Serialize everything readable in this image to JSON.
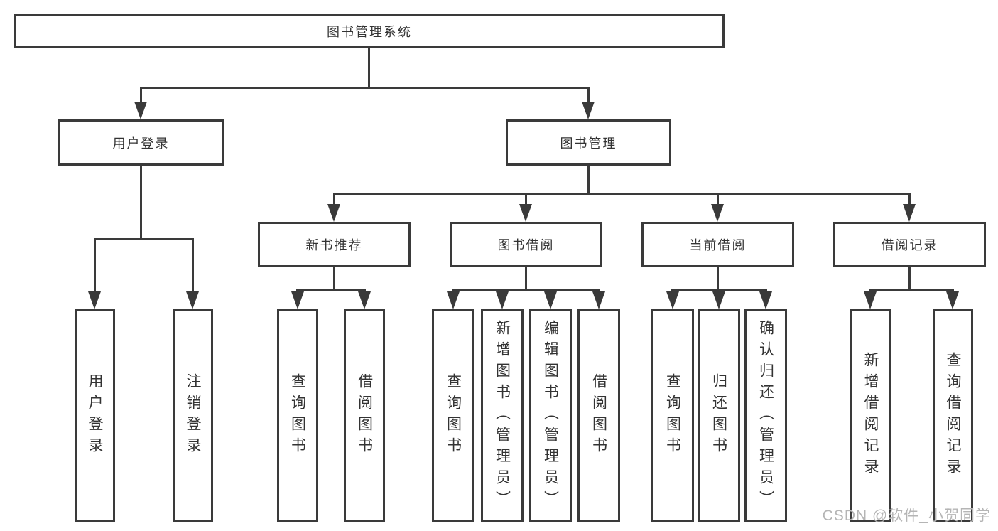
{
  "colors": {
    "line": "#3a3a3a",
    "text": "#333333",
    "background": "#ffffff",
    "watermark": "#b5b5b5"
  },
  "watermark": {
    "text": "CSDN @软件_小贺同学"
  },
  "tree": {
    "root": {
      "label": "图书管理系统"
    },
    "children": [
      {
        "label": "用户登录",
        "children": [
          {
            "label": "用户登录"
          },
          {
            "label": "注销登录"
          }
        ]
      },
      {
        "label": "图书管理",
        "children": [
          {
            "label": "新书推荐",
            "children": [
              {
                "label": "查询图书"
              },
              {
                "label": "借阅图书"
              }
            ]
          },
          {
            "label": "图书借阅",
            "children": [
              {
                "label": "查询图书"
              },
              {
                "label": "新增图书（管理员）"
              },
              {
                "label": "编辑图书（管理员）"
              },
              {
                "label": "借阅图书"
              }
            ]
          },
          {
            "label": "当前借阅",
            "children": [
              {
                "label": "查询图书"
              },
              {
                "label": "归还图书"
              },
              {
                "label": "确认归还（管理员）"
              }
            ]
          },
          {
            "label": "借阅记录",
            "children": [
              {
                "label": "新增借阅记录"
              },
              {
                "label": "查询借阅记录"
              }
            ]
          }
        ]
      }
    ]
  }
}
